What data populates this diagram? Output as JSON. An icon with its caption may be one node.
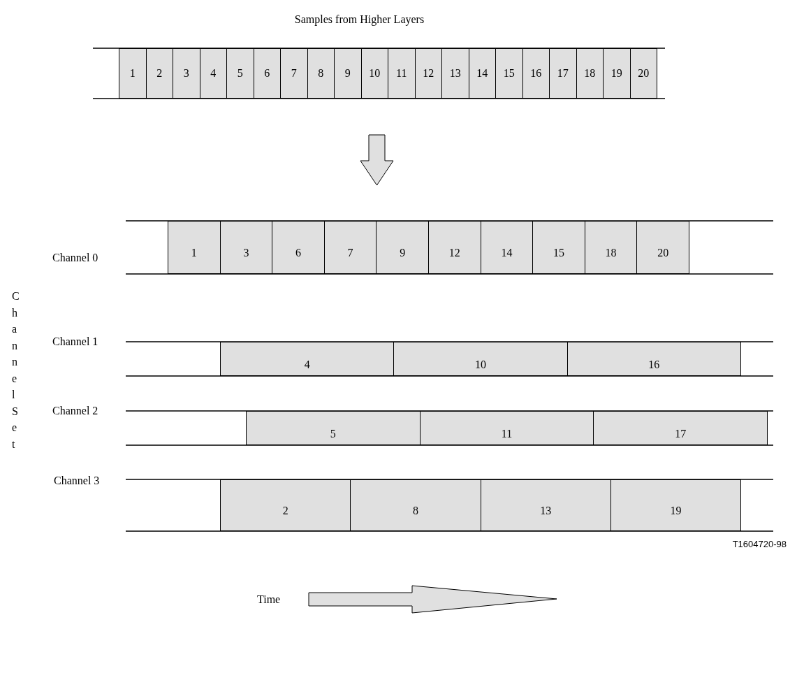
{
  "diagram": {
    "title": "Samples from Higher Layers",
    "nodes": [
      {
        "text": [
          "1"
        ]
      },
      {
        "text": [
          "2"
        ]
      },
      {
        "text": [
          "3"
        ]
      },
      {
        "text": [
          "4"
        ]
      },
      {
        "text": [
          "5"
        ]
      },
      {
        "text": [
          "6"
        ]
      },
      {
        "text": [
          "7"
        ]
      },
      {
        "text": [
          "8"
        ]
      },
      {
        "text": [
          "9"
        ]
      },
      {
        "text": [
          "10"
        ]
      },
      {
        "text": [
          "11"
        ]
      },
      {
        "text": [
          "12"
        ]
      },
      {
        "text": [
          "13"
        ]
      },
      {
        "text": [
          "14"
        ]
      },
      {
        "text": [
          "15"
        ]
      },
      {
        "text": [
          "16"
        ]
      },
      {
        "text": [
          "17"
        ]
      },
      {
        "text": [
          "18"
        ]
      },
      {
        "text": [
          "19"
        ]
      },
      {
        "text": [
          "20"
        ]
      },
      {
        "text": [
          "1"
        ]
      },
      {
        "text": [
          "3"
        ]
      },
      {
        "text": [
          "6"
        ]
      },
      {
        "text": [
          "7"
        ]
      },
      {
        "text": [
          "9"
        ]
      },
      {
        "text": [
          "12"
        ]
      },
      {
        "text": [
          "14"
        ]
      },
      {
        "text": [
          "15"
        ]
      },
      {
        "text": [
          "18"
        ]
      },
      {
        "text": [
          "20"
        ]
      },
      {
        "text": [
          "4"
        ]
      },
      {
        "text": [
          "10"
        ]
      },
      {
        "text": [
          "16"
        ]
      },
      {
        "text": [
          "5"
        ]
      },
      {
        "text": [
          "11"
        ]
      },
      {
        "text": [
          "17"
        ]
      },
      {
        "text": [
          "2"
        ]
      },
      {
        "text": [
          "8"
        ]
      },
      {
        "text": [
          "13"
        ]
      },
      {
        "text": [
          "19"
        ]
      }
    ],
    "edges": [],
    "labels": [
      "Channel 0",
      "Channel Set",
      "Channel 1",
      "Channel 2",
      "Channel 3",
      "T1604720-98",
      "Time"
    ]
  }
}
